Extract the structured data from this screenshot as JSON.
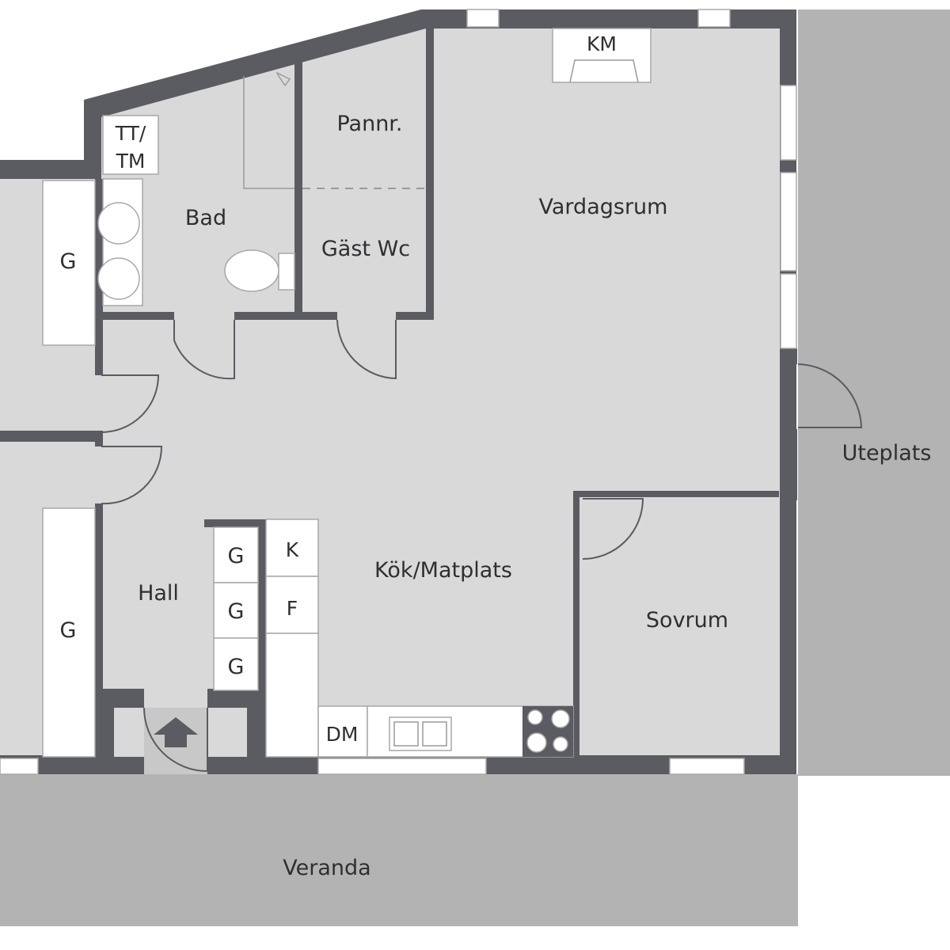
{
  "rooms": {
    "vardagsrum": "Vardagsrum",
    "kok": "Kök/Matplats",
    "sovrum": "Sovrum",
    "hall": "Hall",
    "bad": "Bad",
    "gastwc": "Gäst Wc",
    "pannrum": "Pannr.",
    "uteplats": "Uteplats",
    "veranda": "Veranda"
  },
  "fixtures": {
    "km": "KM",
    "tt_line1": "TT/",
    "tt_line2": "TM",
    "k": "K",
    "f": "F",
    "dm": "DM",
    "g": "G"
  },
  "colors": {
    "wall": "#5b5b62",
    "floor": "#d9d9d9",
    "outdoor": "#b3b3b3"
  }
}
